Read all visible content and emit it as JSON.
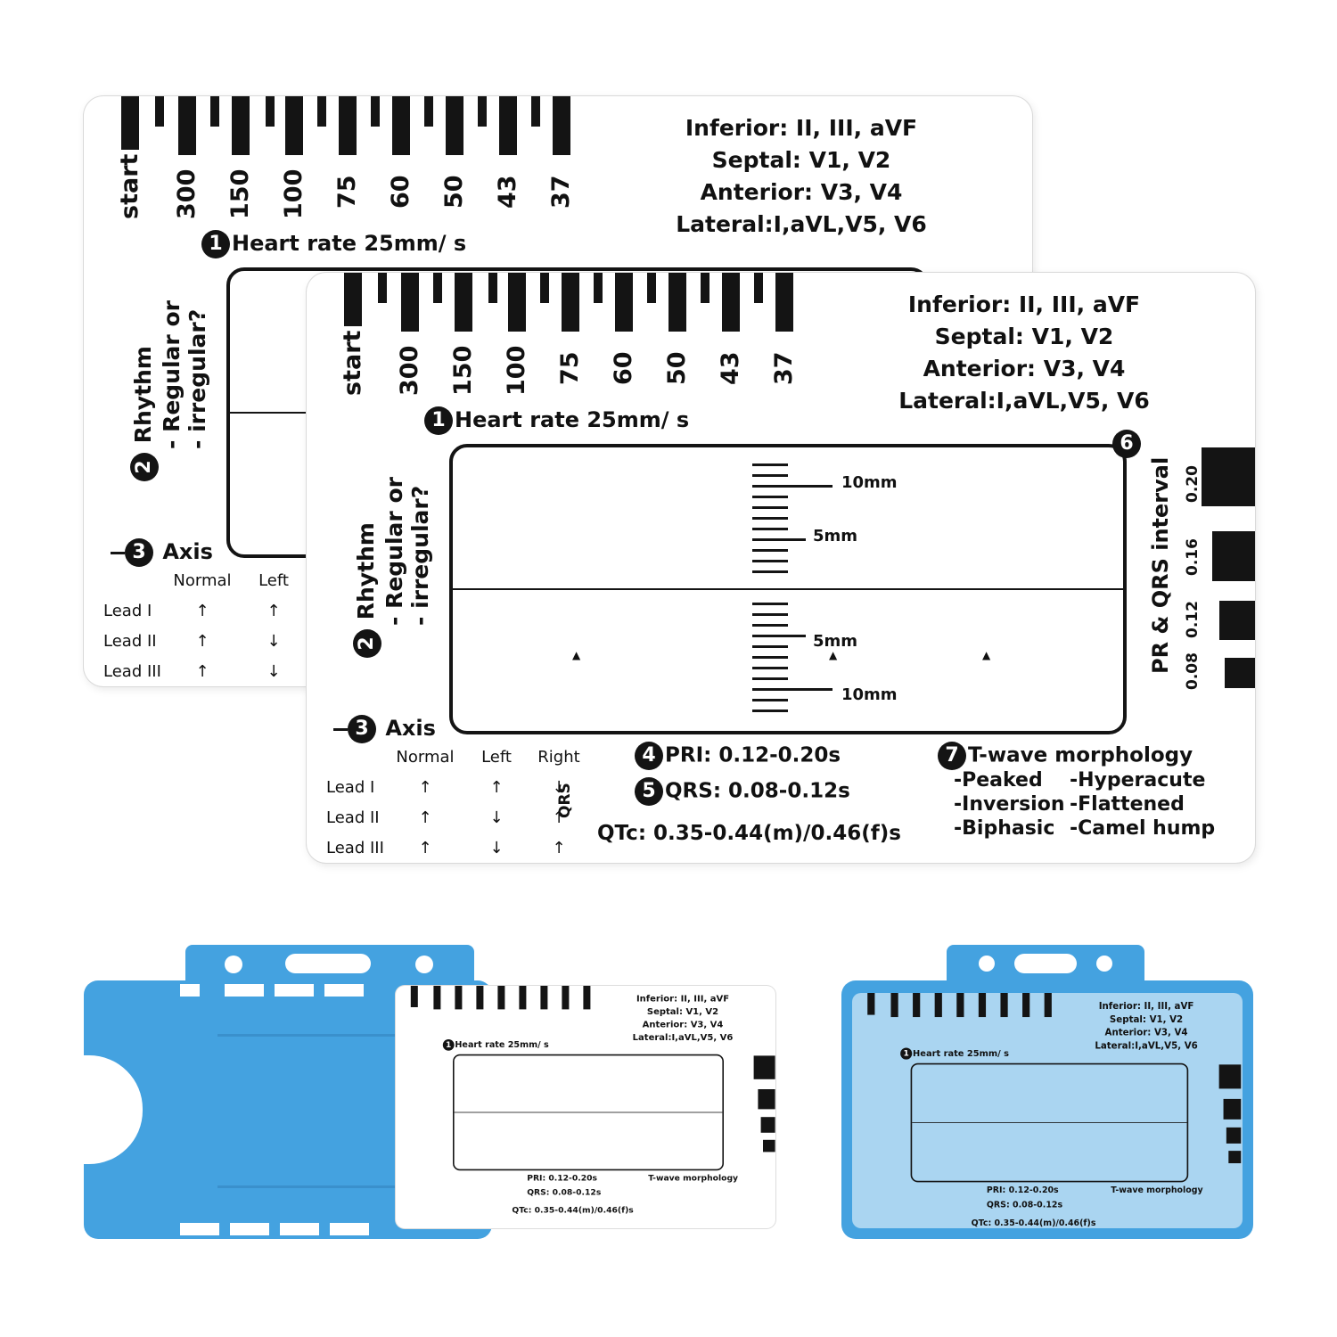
{
  "card": {
    "rate_scale": [
      "start",
      "300",
      "150",
      "100",
      "75",
      "60",
      "50",
      "43",
      "37"
    ],
    "heart_rate": {
      "num": "1",
      "label": "Heart rate 25mm/ s"
    },
    "leads": [
      "Inferior: II, III, aVF",
      "Septal: V1, V2",
      "Anterior: V3, V4",
      "Lateral:I,aVL,V5, V6"
    ],
    "grid_number": "6",
    "grid_labels": {
      "top10": "10mm",
      "top5": "5mm",
      "bottom5": "5mm",
      "bottom10": "10mm"
    },
    "rhythm": {
      "num": "2",
      "title": "Rhythm",
      "line1": "- Regular or",
      "line2": "- irregular?"
    },
    "axis": {
      "num": "3",
      "title": "Axis",
      "columns": [
        "Normal",
        "Left",
        "Right"
      ],
      "rows": [
        {
          "lead": "Lead I",
          "normal": "↑",
          "left": "↑",
          "right": "↓"
        },
        {
          "lead": "Lead II",
          "normal": "↑",
          "left": "↓",
          "right": "↑"
        },
        {
          "lead": "Lead III",
          "normal": "↑",
          "left": "↓",
          "right": "↑"
        }
      ],
      "qrs_label": "QRS"
    },
    "interval": {
      "label": "PR & QRS interval",
      "values": [
        "0.20",
        "0.16",
        "0.12",
        "0.08"
      ]
    },
    "pri": {
      "num": "4",
      "text": "PRI: 0.12-0.20s"
    },
    "qrs": {
      "num": "5",
      "text": "QRS: 0.08-0.12s"
    },
    "qtc": "QTc: 0.35-0.44(m)/0.46(f)s",
    "twave": {
      "num": "7",
      "title": "T-wave morphology",
      "left": [
        "-Peaked",
        "-Inversion",
        "-Biphasic"
      ],
      "right": [
        "-Hyperacute",
        "-Flattened",
        "-Camel hump"
      ]
    }
  },
  "colors": {
    "holder": "#44a2e0",
    "ink": "#141414"
  }
}
